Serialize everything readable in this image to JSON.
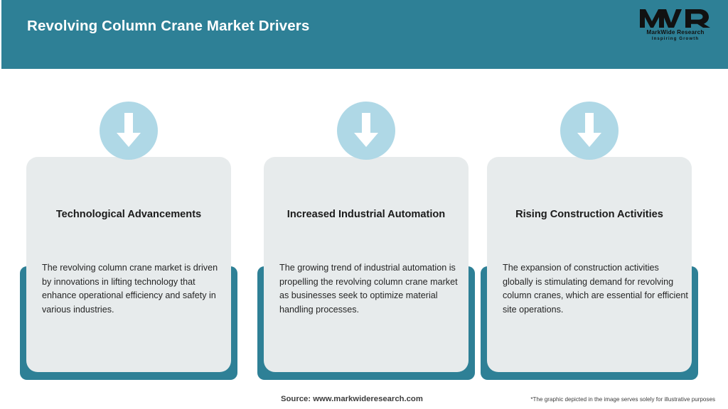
{
  "header": {
    "title": "Revolving Column Crane Market Drivers",
    "background_color": "#2E8096",
    "title_color": "#FFFFFF"
  },
  "logo": {
    "mark": "MWR",
    "name": "MarkWide Research",
    "tagline": "Inspiring Growth"
  },
  "cards": [
    {
      "icon": "down-arrow-icon",
      "title": "Technological Advancements",
      "body": "The revolving column crane market is driven by innovations in lifting technology that enhance operational efficiency and safety in various industries."
    },
    {
      "icon": "down-arrow-icon",
      "title": "Increased Industrial Automation",
      "body": "The growing trend of industrial automation is propelling the revolving column crane market as businesses seek to optimize material handling processes."
    },
    {
      "icon": "down-arrow-icon",
      "title": "Rising Construction Activities",
      "body": "The expansion of construction activities globally is stimulating demand for revolving column cranes, which are essential for efficient site operations."
    }
  ],
  "footer": {
    "source": "Source: www.markwideresearch.com",
    "disclaimer": "*The graphic depicted in the image serves solely for illustrative purposes"
  },
  "colors": {
    "teal": "#2E8096",
    "card_fill": "#E7EBEC",
    "icon_circle": "#AFD8E6",
    "arrow": "#FFFFFF",
    "body_text": "#252525"
  }
}
